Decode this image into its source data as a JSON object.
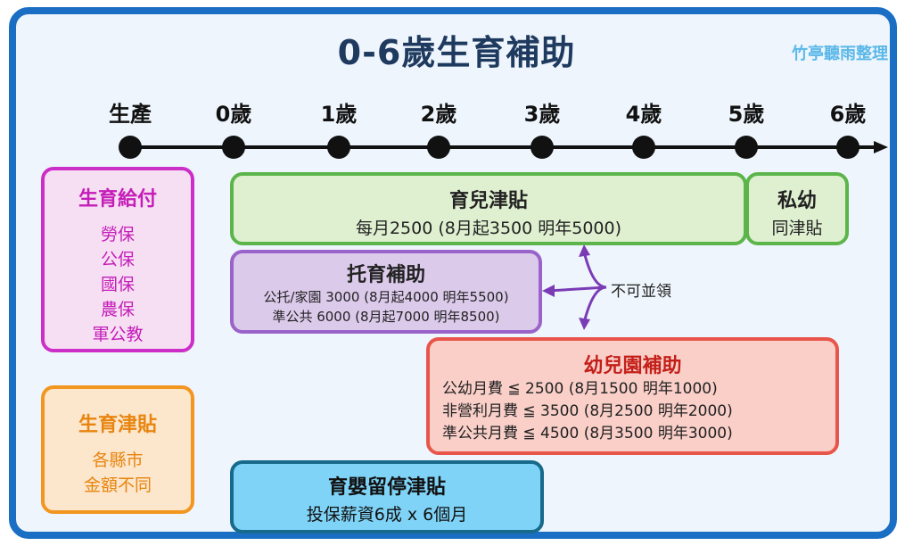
{
  "title": "0-6歲生育補助",
  "credit": "竹亭聽雨整理",
  "timeline": {
    "labels": [
      "生產",
      "0歲",
      "1歲",
      "2歲",
      "3歲",
      "4歲",
      "5歲",
      "6歲"
    ]
  },
  "childcare_allowance": {
    "title": "育兒津貼",
    "detail": "每月2500 (8月起3500 明年5000)"
  },
  "private_kindergarten": {
    "title": "私幼",
    "detail": "同津貼"
  },
  "daycare_subsidy": {
    "title": "托育補助",
    "lines": [
      "公托/家園 3000 (8月起4000 明年5500)",
      "準公共 6000 (8月起7000 明年8500)"
    ]
  },
  "exclusive_note": "不可並領",
  "kindergarten_subsidy": {
    "title": "幼兒園補助",
    "lines": [
      "公幼月費 ≦ 2500 (8月1500 明年1000)",
      "非營利月費 ≦ 3500 (8月2500 明年2000)",
      "準公共月費 ≦ 4500 (8月3500 明年3000)"
    ]
  },
  "parental_leave": {
    "title": "育嬰留停津貼",
    "detail": "投保薪資6成 x 6個月"
  },
  "birth_payment": {
    "title": "生育給付",
    "items": [
      "勞保",
      "公保",
      "國保",
      "農保",
      "軍公教"
    ]
  },
  "birth_allowance": {
    "title": "生育津貼",
    "lines": [
      "各縣市",
      "金額不同"
    ]
  }
}
